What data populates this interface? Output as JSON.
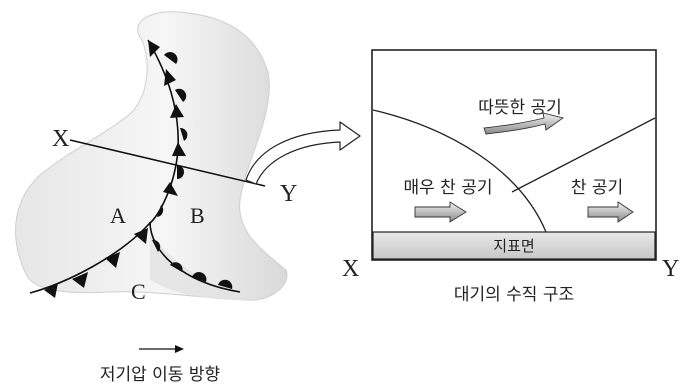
{
  "left_panel": {
    "point_x": "X",
    "point_y": "Y",
    "region_a": "A",
    "region_b": "B",
    "region_c": "C",
    "movement_caption": "저기압 이동 방향"
  },
  "cross_section": {
    "warm_air": "따뜻한 공기",
    "very_cold_air": "매우 찬 공기",
    "cold_air": "찬 공기",
    "ground": "지표면",
    "end_x": "X",
    "end_y": "Y",
    "caption": "대기의 수직 구조"
  }
}
